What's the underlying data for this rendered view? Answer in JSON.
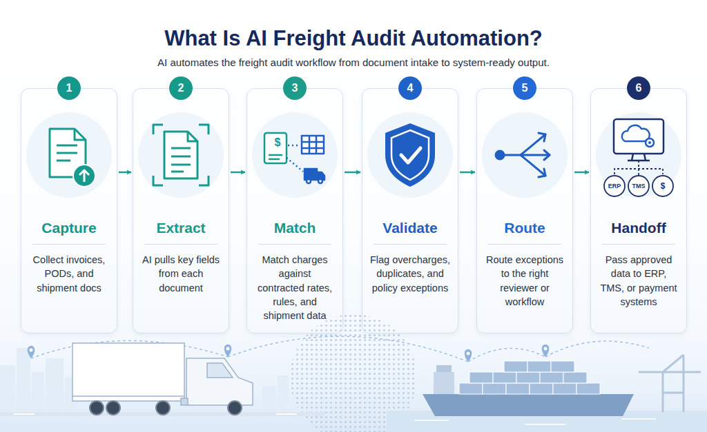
{
  "diagram": {
    "title": "What Is AI Freight Audit Automation?",
    "caption": "AI automates the freight audit workflow from document intake to system-ready output.",
    "nodes": [
      {
        "text": [
          "Capture",
          "Collect invoices, PODs, and shipment docs"
        ]
      },
      {
        "text": [
          "1"
        ],
        "in": 0
      },
      {
        "text": [
          "Extract",
          "AI pulls key fields from each document"
        ]
      },
      {
        "text": [
          "2"
        ],
        "in": 2
      },
      {
        "text": [
          "Match",
          "Match charges against contracted rates, rules, and shipment data"
        ]
      },
      {
        "text": [
          "3"
        ],
        "in": 4
      },
      {
        "text": [
          "Validate",
          "Flag overcharges, duplicates, and policy exceptions"
        ]
      },
      {
        "text": [
          "4"
        ],
        "in": 6
      },
      {
        "text": [
          "Route",
          "Route exceptions to the right reviewer or workflow"
        ]
      },
      {
        "text": [
          "5"
        ],
        "in": 8
      },
      {
        "text": [
          "Handoff",
          "Pass approved data to ERP, TMS, or payment systems"
        ]
      },
      {
        "text": [
          "6"
        ],
        "in": 10
      }
    ],
    "edges": [
      {
        "from": 0,
        "to": 2,
        "arrow": "to"
      },
      {
        "from": 2,
        "to": 4,
        "arrow": "to"
      },
      {
        "from": 4,
        "to": 6,
        "arrow": "to"
      },
      {
        "from": 6,
        "to": 8,
        "arrow": "to"
      },
      {
        "from": 8,
        "to": 10,
        "arrow": "to"
      }
    ],
    "labels": [
      "$",
      "ERP",
      "TMS",
      "$"
    ]
  }
}
